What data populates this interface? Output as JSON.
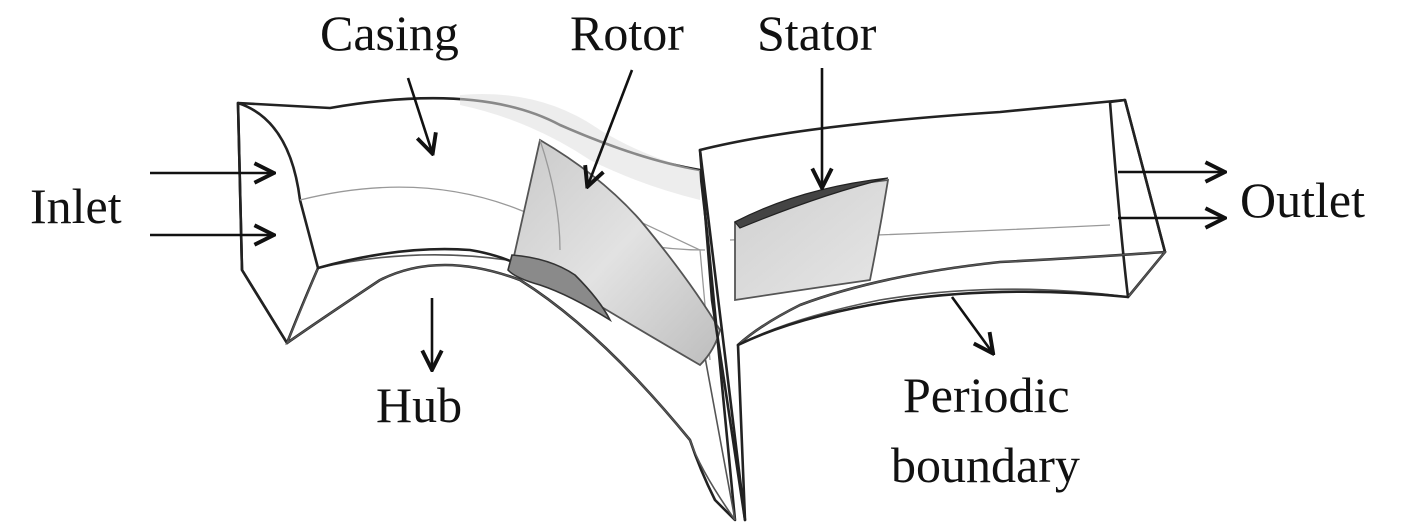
{
  "labels": {
    "casing": "Casing",
    "rotor": "Rotor",
    "stator": "Stator",
    "inlet": "Inlet",
    "outlet": "Outlet",
    "hub": "Hub",
    "periodic_line1": "Periodic",
    "periodic_line2": "boundary"
  }
}
